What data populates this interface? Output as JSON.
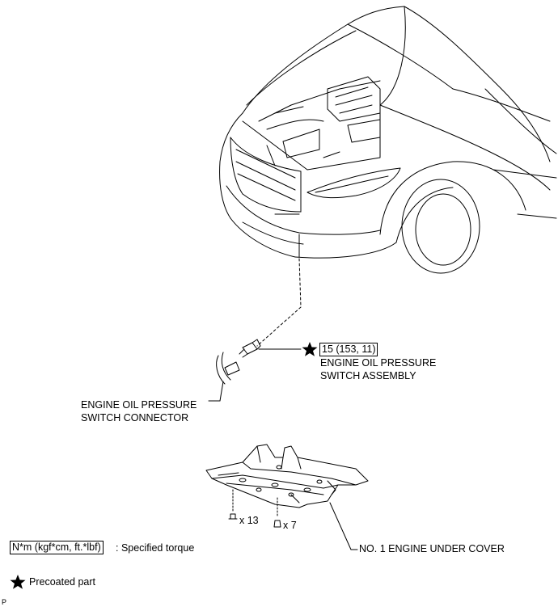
{
  "torque": {
    "value": "15 (153, 11)"
  },
  "parts": {
    "oil_switch_assembly_line1": "ENGINE OIL PRESSURE",
    "oil_switch_assembly_line2": "SWITCH ASSEMBLY",
    "oil_switch_connector_line1": "ENGINE OIL PRESSURE",
    "oil_switch_connector_line2": "SWITCH CONNECTOR",
    "under_cover": "NO. 1 ENGINE UNDER COVER"
  },
  "fasteners": {
    "bolt_count": "x 13",
    "clip_count": "x 7"
  },
  "legend": {
    "torque_unit": "N*m (kgf*cm, ft.*lbf)",
    "torque_desc": ": Specified torque",
    "precoated": "Precoated part"
  },
  "figure_code": "P"
}
